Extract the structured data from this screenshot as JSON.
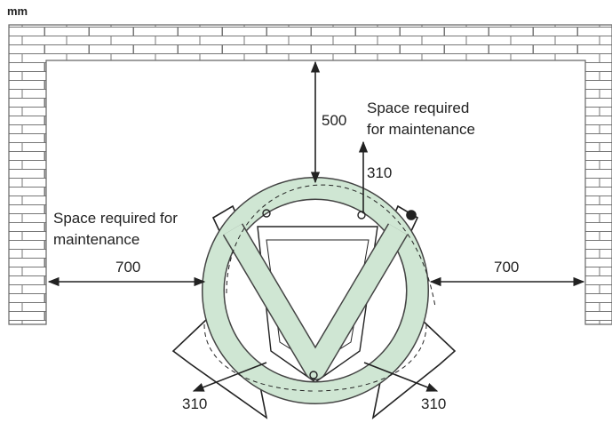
{
  "unit_label": "mm",
  "dimensions": {
    "top": "500",
    "left": "700",
    "right": "700",
    "front": "310",
    "bottom_left": "310",
    "bottom_right": "310"
  },
  "notes": {
    "top_line1": "Space required",
    "top_line2": "for maintenance",
    "left_line1": "Space required for",
    "left_line2": "maintenance"
  },
  "colors": {
    "ring_fill": "#cfe6d3",
    "ring_stroke": "#444444",
    "wall_stroke": "#666666",
    "text": "#222222"
  }
}
